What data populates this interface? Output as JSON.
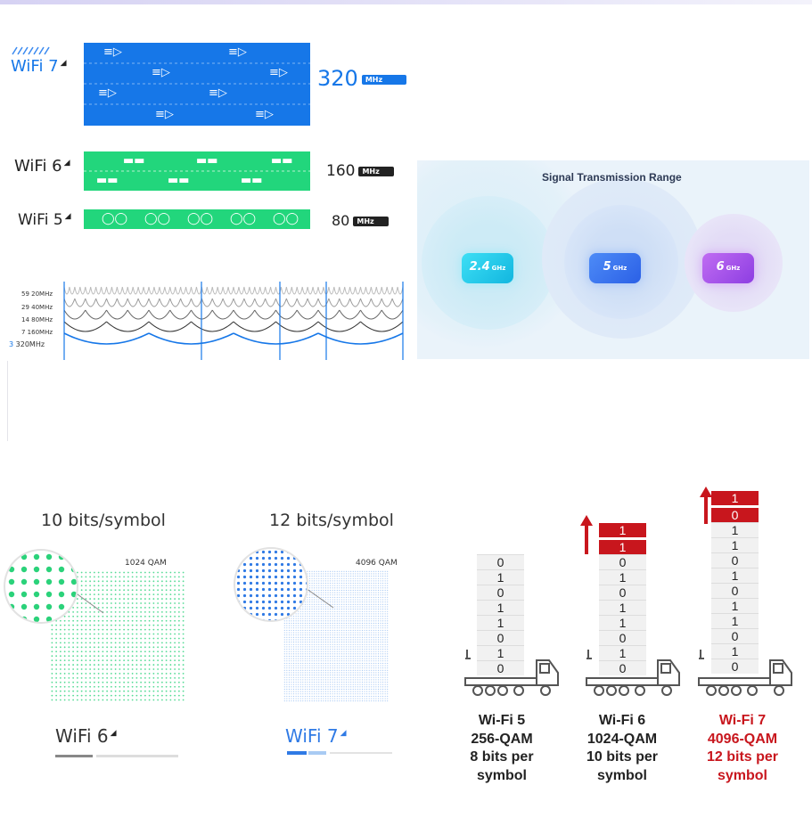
{
  "bandwidth_panel": {
    "rows": [
      {
        "label": "WiFi 7",
        "value": "320",
        "unit": "MHz",
        "vehicle_icon": "rocket-icon",
        "color": "#1677e8"
      },
      {
        "label": "WiFi 6",
        "value": "160",
        "unit": "MHz",
        "vehicle_icon": "car-icon",
        "color": "#22d67c"
      },
      {
        "label": "WiFi 5",
        "value": "80",
        "unit": "MHz",
        "vehicle_icon": "bicycle-icon",
        "color": "#22d67c"
      }
    ],
    "channel_labels": [
      "59 20MHz",
      "29 40MHz",
      "14 80MHz",
      "7 160MHz"
    ],
    "channel_last_count": "3",
    "channel_last_label": "320MHz"
  },
  "signal_panel": {
    "title": "Signal Transmission Range",
    "bands": [
      {
        "value": "2.4",
        "unit": "GHz",
        "color": "#1ec8e8"
      },
      {
        "value": "5",
        "unit": "GHz",
        "color": "#2f6df0"
      },
      {
        "value": "6",
        "unit": "GHz",
        "color": "#a04be6"
      }
    ]
  },
  "qam_panel": {
    "wifi6": {
      "title": "10 bits/symbol",
      "qam": "1024 QAM",
      "label": "WiFi 6",
      "color": "#2bd27a"
    },
    "wifi7": {
      "title": "12 bits/symbol",
      "qam": "4096 QAM",
      "label": "WiFi 7",
      "color": "#2f7ae5"
    }
  },
  "truck_panel": {
    "accent": "#c8161d",
    "trucks": [
      {
        "extra_bits": [],
        "base_bits": [
          "0",
          "1",
          "0",
          "1",
          "1",
          "0",
          "1",
          "0"
        ],
        "caption": [
          "Wi-Fi 5",
          "256-QAM",
          "8 bits per",
          "symbol"
        ],
        "highlight": false
      },
      {
        "extra_bits": [
          "1",
          "1"
        ],
        "base_bits": [
          "0",
          "1",
          "0",
          "1",
          "1",
          "0",
          "1",
          "0"
        ],
        "caption": [
          "Wi-Fi 6",
          "1024-QAM",
          "10 bits per",
          "symbol"
        ],
        "highlight": false
      },
      {
        "extra_bits": [
          "1",
          "0"
        ],
        "base_bits": [
          "1",
          "1",
          "0",
          "1",
          "0",
          "1",
          "1",
          "0",
          "1",
          "0"
        ],
        "caption": [
          "Wi-Fi 7",
          "4096-QAM",
          "12 bits per",
          "symbol"
        ],
        "highlight": true
      }
    ]
  }
}
